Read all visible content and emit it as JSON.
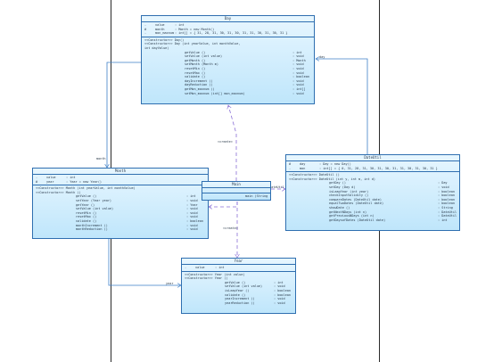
{
  "classes": {
    "day": {
      "title": "Day",
      "attrs": [
        {
          "vis": "- ",
          "name": "value",
          "type": ": int"
        },
        {
          "vis": "# ",
          "name": "month",
          "type": ": Month  = new Month()"
        },
        {
          "vis": "- ",
          "name": "mon_maxnum",
          "type": ": int[]  = { 31, 28, 31, 30, 31, 30, 31, 31, 30, 31, 30, 31 }"
        }
      ],
      "ctors": [
        "<<Constructor>> Day()",
        "<<Constructor>> Day (int yearValue, int monthValue,",
        "                              int dayValue)"
      ],
      "methods": [
        {
          "sig": "getValue ()",
          "ret": ": int"
        },
        {
          "sig": "setValue (int value)",
          "ret": ": void"
        },
        {
          "sig": "getMonth ()",
          "ret": ": Month"
        },
        {
          "sig": "setMonth (Month m)",
          "ret": ": void"
        },
        {
          "sig": "resetMin ()",
          "ret": ": void"
        },
        {
          "sig": "resetMax ()",
          "ret": ": void"
        },
        {
          "sig": "validate ()",
          "ret": ": boolean"
        },
        {
          "sig": "dayIncrement ()",
          "ret": ": void"
        },
        {
          "sig": "dayReduction ()",
          "ret": ": void"
        },
        {
          "sig": "getMon_maxnum ()",
          "ret": ": int[]"
        },
        {
          "sig": "setMon_maxnum (int[] mon_maxnum)",
          "ret": ": void"
        }
      ]
    },
    "month": {
      "title": "Month",
      "attrs": [
        {
          "vis": "- ",
          "name": "value",
          "type": ": int"
        },
        {
          "vis": "# ",
          "name": "year",
          "type": ": Year  = new Year()"
        }
      ],
      "ctors": [
        "<<Constructor>> Month (int yearValue, int monthValue)",
        "<<Constructor>> Month ()"
      ],
      "methods": [
        {
          "sig": "getValue ()",
          "ret": ": int"
        },
        {
          "sig": "setYear (Year year)",
          "ret": ": void"
        },
        {
          "sig": "getYear ()",
          "ret": ": Year"
        },
        {
          "sig": "setValue (int value)",
          "ret": ": void"
        },
        {
          "sig": "resetMin ()",
          "ret": ": void"
        },
        {
          "sig": "resetMax ()",
          "ret": ": void"
        },
        {
          "sig": "validate ()",
          "ret": ": boolean"
        },
        {
          "sig": "monthIncrement ()",
          "ret": ": void"
        },
        {
          "sig": "monthReduction ()",
          "ret": ": void"
        }
      ]
    },
    "main": {
      "title": "Main",
      "attrs": [],
      "ctors": [],
      "methods": [
        {
          "sig": "main (String args[])",
          "ret": ": void"
        }
      ]
    },
    "dateutil": {
      "title": "DateUtil",
      "attrs": [
        {
          "vis": "# ",
          "name": "day",
          "type": ": Day   = new Day()"
        },
        {
          "vis": "- ",
          "name": "mon",
          "type": ": int[]  = { 0, 31, 28, 31, 30, 31, 30, 31, 31, 30, 31, 30, 31 }"
        }
      ],
      "ctors": [
        "<<Constructor>> DateUtil ()",
        "<<Constructor>> DateUtil (int y, int m, int d)"
      ],
      "methods": [
        {
          "sig": "getDay ()",
          "ret": ": Day"
        },
        {
          "sig": "setDay (Day d)",
          "ret": ": void"
        },
        {
          "sig": "isLeapYear (int year)",
          "ret": ": boolean"
        },
        {
          "sig": "checkInputValidity ()",
          "ret": ": boolean"
        },
        {
          "sig": "compareDates (DateUtil date)",
          "ret": ": boolean"
        },
        {
          "sig": "equalTwoDates (DateUtil date)",
          "ret": ": boolean"
        },
        {
          "sig": "showDate ()",
          "ret": ": String"
        },
        {
          "sig": "getNextNDays (int n)",
          "ret": ": DateUtil"
        },
        {
          "sig": "getPreviousNDays (int n)",
          "ret": ": DateUtil"
        },
        {
          "sig": "getDaysofDates (DateUtil date)",
          "ret": ": int"
        }
      ]
    },
    "year": {
      "title": "Year",
      "attrs": [
        {
          "vis": "- ",
          "name": "value",
          "type": ": int"
        }
      ],
      "ctors": [
        "<<Constructor>> Year (int value)",
        "<<Constructor>> Year ()"
      ],
      "methods": [
        {
          "sig": "getValue ()",
          "ret": ": int"
        },
        {
          "sig": "setValue (int value)",
          "ret": ": void"
        },
        {
          "sig": "isLeapYear ()",
          "ret": ": boolean"
        },
        {
          "sig": "validate ()",
          "ret": ": boolean"
        },
        {
          "sig": "yearIncrement ()",
          "ret": ": void"
        },
        {
          "sig": "yearReduction ()",
          "ret": ": void"
        }
      ]
    }
  },
  "links": {
    "day_month": "month",
    "month_year": "year",
    "dateutil_day": "day",
    "main_day": "«create»",
    "main_month": "«create»",
    "main_year": "«create»",
    "main_dateutil": "dateUtil"
  },
  "colors": {
    "box_top": "#e7f6ff",
    "box_bottom": "#bfe6fb",
    "border": "#2f6fb0",
    "dashed": "#8a6fd6",
    "solid": "#3f80c8"
  }
}
